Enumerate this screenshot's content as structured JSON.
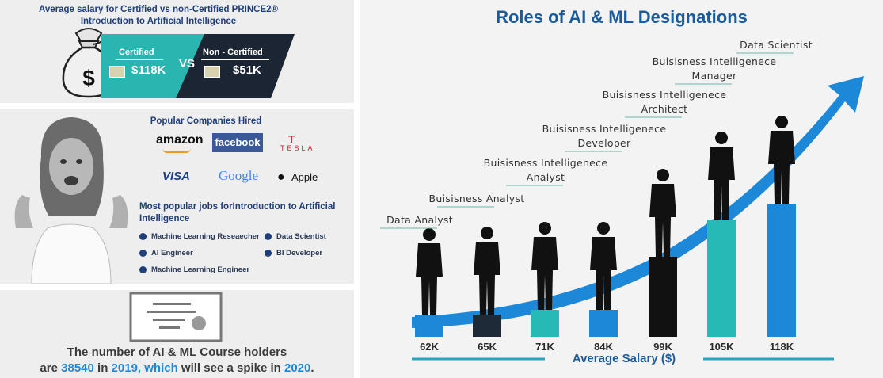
{
  "salary_panel": {
    "title_line1": "Average salary for Certified vs non-Certified PRINCE2®",
    "title_line2": "Introduction to Artificial Intelligence",
    "certified_label": "Certified",
    "certified_value": "$118K",
    "vs": "VS",
    "noncertified_label": "Non - Certified",
    "noncertified_value": "$51K",
    "dollar_symbol": "$",
    "colors": {
      "teal": "#2ab5b0",
      "dark": "#1c2533"
    }
  },
  "companies_panel": {
    "title": "Popular Companies Hired",
    "logos": [
      "amazon",
      "facebook",
      "TESLA",
      "VISA",
      "Google",
      "Apple"
    ]
  },
  "jobs_panel": {
    "title_line1": "Most popular jobs forIntroduction to Artificial",
    "title_line2": "Intelligence",
    "jobs": [
      "Machine Learning Reseaecher",
      "Data Scientist",
      "AI Engineer",
      "BI Developer",
      "Machine Learning Engineer"
    ]
  },
  "holders_panel": {
    "line1": "The number of AI & ML Course holders",
    "line2_a": "are ",
    "count": "38540",
    "line2_b": " in ",
    "year1": "2019",
    "line2_c": ", which",
    "line2_d": " will see a spike in ",
    "year2": "2020",
    "line2_e": "."
  },
  "chart_data": {
    "type": "bar",
    "title": "Roles of AI & ML Designations",
    "xlabel": "Average Salary ($)",
    "categories": [
      "Data Analyst",
      "Buisisness Analyst",
      "Buisisness Intelligenece Analyst",
      "Buisisness Intelligenece Developer",
      "Buisisness Intelligenece Architect",
      "Buisisness Intelligenece Manager",
      "Data Scientist"
    ],
    "values": [
      62,
      65,
      71,
      84,
      99,
      105,
      118
    ],
    "value_labels": [
      "62K",
      "65K",
      "71K",
      "84K",
      "99K",
      "105K",
      "118K"
    ],
    "bar_colors": [
      "#1e88d8",
      "#1e2a38",
      "#27b9b5",
      "#1e88d8",
      "#111111",
      "#27b9b5",
      "#1e88d8"
    ],
    "role_lines": [
      [
        "Data Analyst"
      ],
      [
        "Buisisness Analyst"
      ],
      [
        "Buisisness Intelligenece",
        "Analyst"
      ],
      [
        "Buisisness Intelligenece",
        "Developer"
      ],
      [
        "Buisisness Intelligenece",
        "Architect"
      ],
      [
        "Buisisness Intelligenece",
        "Manager"
      ],
      [
        "Data Scientist"
      ]
    ],
    "arrow_color": "#1e88d8"
  }
}
